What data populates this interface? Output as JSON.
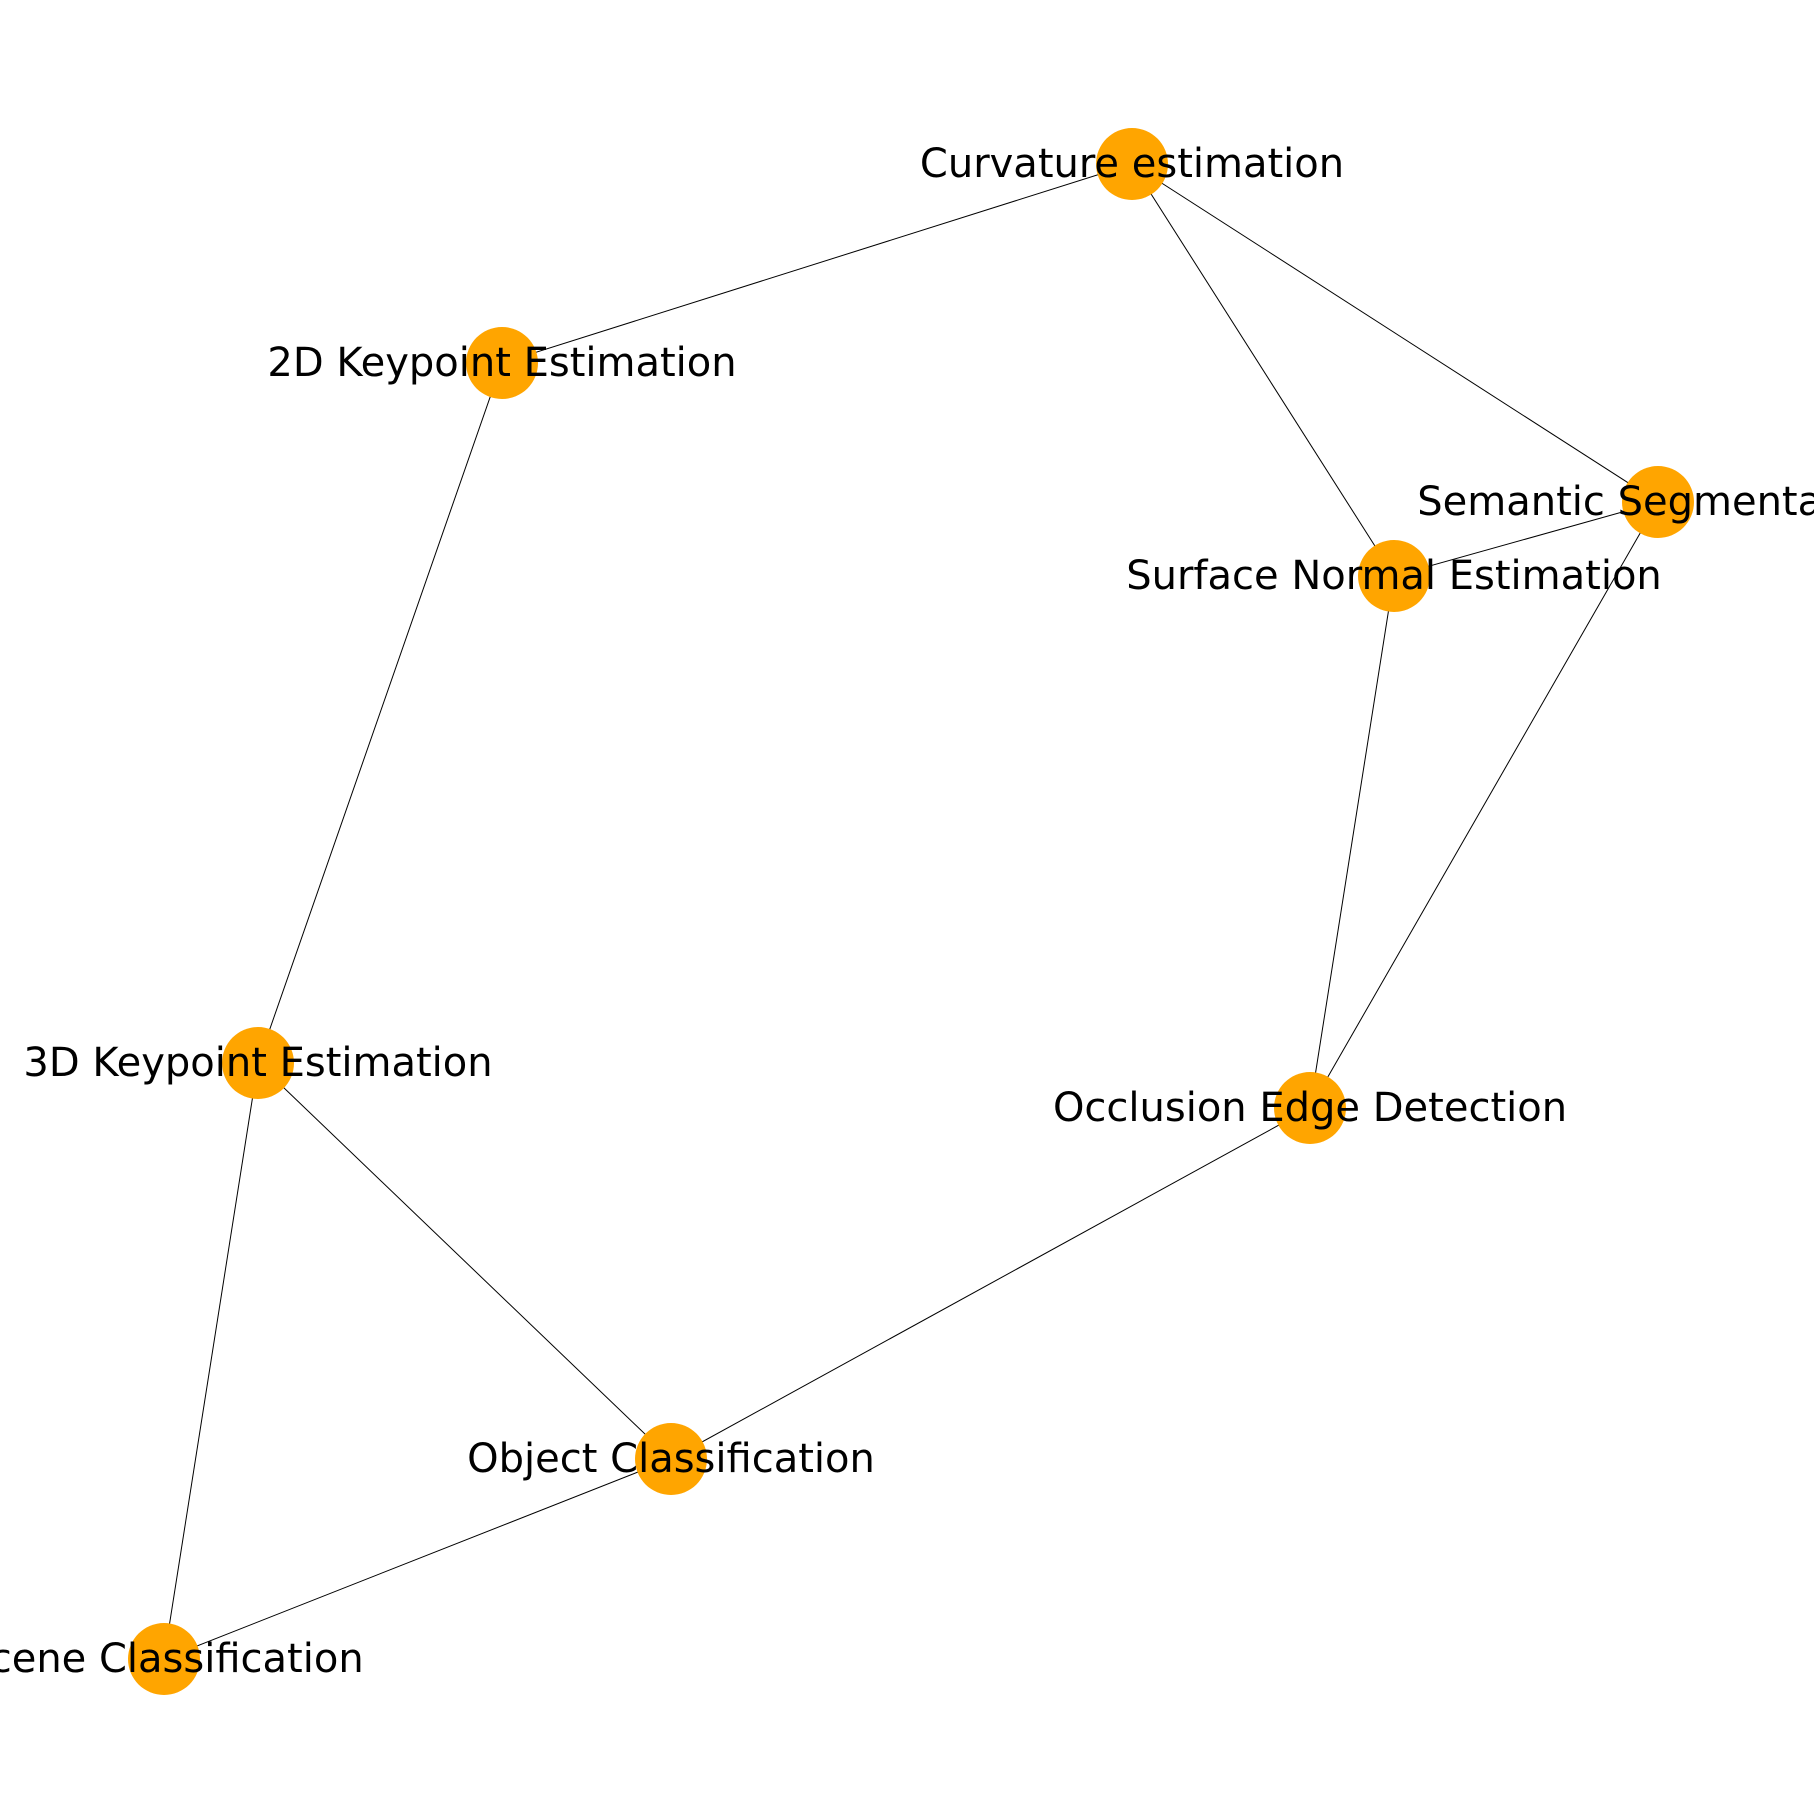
{
  "graph": {
    "node_color": "#FFA500",
    "edge_color": "#000000",
    "background": "#FFFFFF",
    "nodes": [
      {
        "id": "curvature",
        "label": "Curvature estimation"
      },
      {
        "id": "kp2d",
        "label": "2D Keypoint Estimation"
      },
      {
        "id": "semseg",
        "label": "Semantic Segmentation"
      },
      {
        "id": "normal",
        "label": "Surface Normal Estimation"
      },
      {
        "id": "kp3d",
        "label": "3D Keypoint Estimation"
      },
      {
        "id": "occlusion",
        "label": "Occlusion Edge Detection"
      },
      {
        "id": "objcls",
        "label": "Object Classification"
      },
      {
        "id": "scene",
        "label": "Scene Classification"
      }
    ],
    "edges": [
      [
        "curvature",
        "kp2d"
      ],
      [
        "curvature",
        "semseg"
      ],
      [
        "curvature",
        "normal"
      ],
      [
        "semseg",
        "normal"
      ],
      [
        "semseg",
        "occlusion"
      ],
      [
        "normal",
        "occlusion"
      ],
      [
        "kp2d",
        "kp3d"
      ],
      [
        "kp3d",
        "objcls"
      ],
      [
        "kp3d",
        "scene"
      ],
      [
        "occlusion",
        "objcls"
      ],
      [
        "objcls",
        "scene"
      ]
    ]
  }
}
